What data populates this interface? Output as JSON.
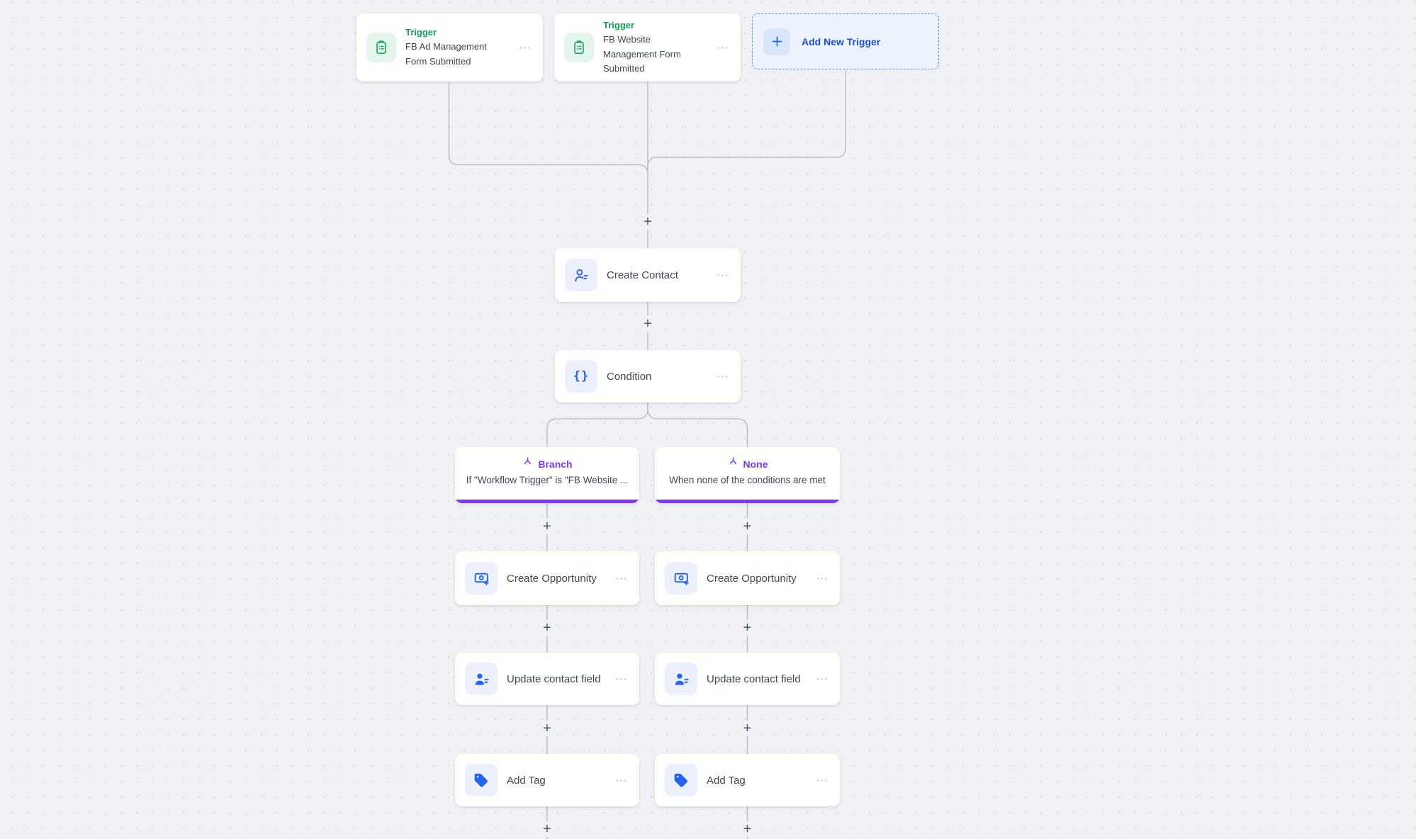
{
  "symbols": {
    "plus": "+",
    "ellipsis": "⋯",
    "braces": "{}"
  },
  "colors": {
    "canvas_bg": "#f0f1f4",
    "connector": "#b5bac4",
    "accent_green": "#14a05a",
    "accent_blue": "#2563eb",
    "accent_purple": "#7c3aed",
    "add_trigger_blue": "#1d4ed8"
  },
  "triggers": {
    "card1": {
      "badge": "Trigger",
      "name": "FB Ad Management Form Submitted"
    },
    "card2": {
      "badge": "Trigger",
      "name": "FB Website Management Form Submitted"
    },
    "add_new": {
      "label": "Add New Trigger"
    }
  },
  "nodes": {
    "create_contact": {
      "label": "Create Contact"
    },
    "condition": {
      "label": "Condition"
    }
  },
  "branches": {
    "left": {
      "title": "Branch",
      "subtitle": "If \"Workflow Trigger\" is \"FB Website ...",
      "steps": {
        "create_opportunity": {
          "label": "Create Opportunity"
        },
        "update_contact_field": {
          "label": "Update contact field"
        },
        "add_tag": {
          "label": "Add Tag"
        }
      }
    },
    "right": {
      "title": "None",
      "subtitle": "When none of the conditions are met",
      "steps": {
        "create_opportunity": {
          "label": "Create Opportunity"
        },
        "update_contact_field": {
          "label": "Update contact field"
        },
        "add_tag": {
          "label": "Add Tag"
        }
      }
    }
  }
}
